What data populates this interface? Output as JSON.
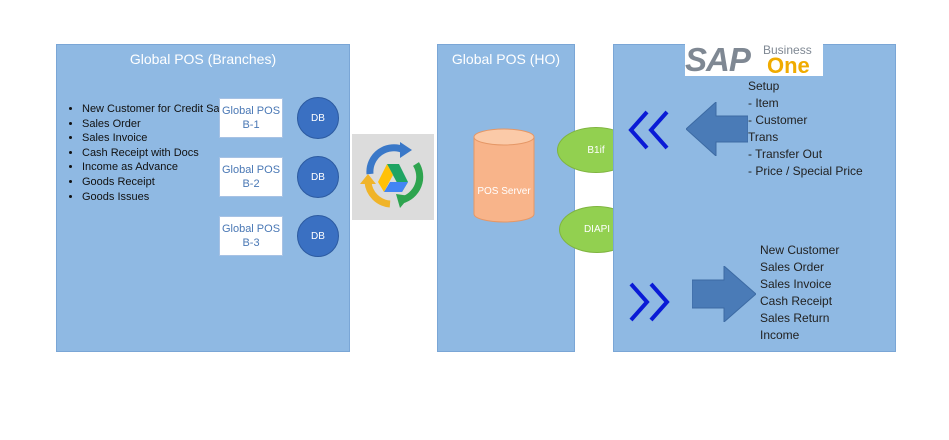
{
  "branches": {
    "title": "Global POS (Branches)",
    "tasks": [
      "New Customer for Credit Sales",
      "Sales Order",
      "Sales Invoice",
      "Cash Receipt with Docs",
      "Income as Advance",
      "Goods Receipt",
      "Goods Issues"
    ],
    "boxes": [
      {
        "line1": "Global POS",
        "line2": "B-1",
        "db": "DB"
      },
      {
        "line1": "Global POS",
        "line2": "B-2",
        "db": "DB"
      },
      {
        "line1": "Global POS",
        "line2": "B-3",
        "db": "DB"
      }
    ]
  },
  "ho": {
    "title": "Global POS (HO)",
    "server_label": "POS Server",
    "b1if_label": "B1if",
    "diapi_label": "DIAPI"
  },
  "sap": {
    "logo_main": "SAP",
    "logo_business": "Business",
    "logo_one": "One",
    "setup_items": [
      "Setup",
      "- Item",
      "- Customer",
      "Trans",
      "- Transfer Out",
      "- Price / Special Price"
    ],
    "outgoing_items": [
      "New Customer",
      "Sales Order",
      "Sales Invoice",
      "Cash Receipt",
      "Sales Return",
      "Income"
    ]
  },
  "colors": {
    "panel": "#8fb9e3",
    "db": "#3a70c2",
    "oval": "#92d050",
    "server": "#f8b48a",
    "arrow_blue": "#4a7bb7",
    "chevron": "#0a1bd6",
    "logo_orange": "#f0ab00"
  }
}
